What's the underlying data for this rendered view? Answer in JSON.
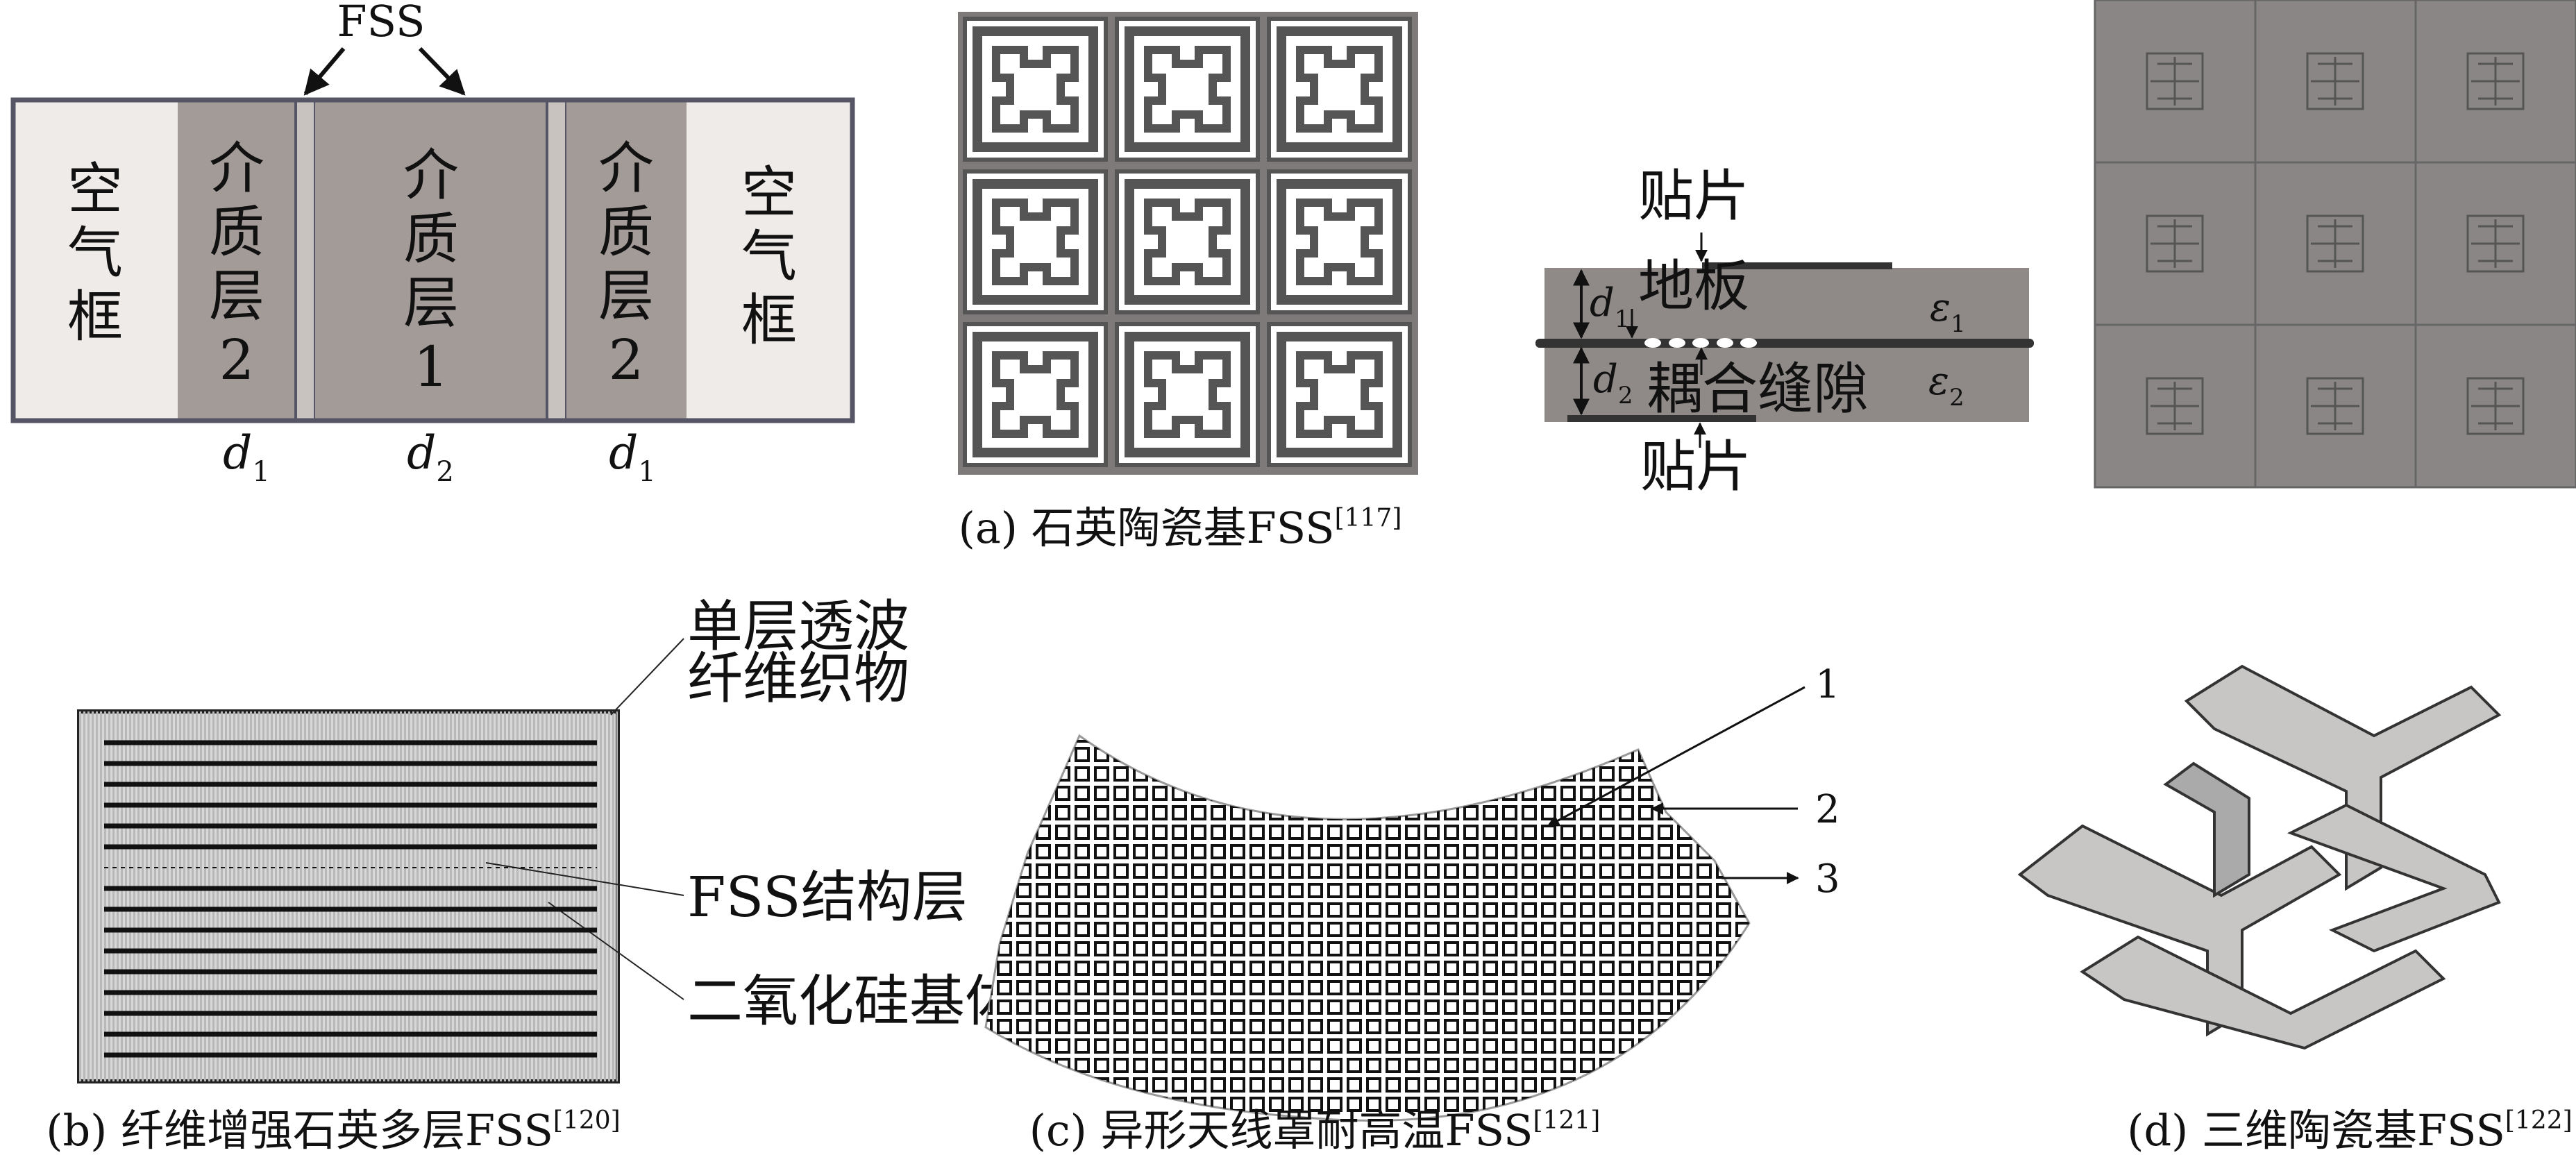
{
  "panel_a": {
    "left": {
      "fss_label": "FSS",
      "air_frame": [
        "空",
        "气",
        "框"
      ],
      "dielectric_2": [
        "介",
        "质",
        "层",
        "2"
      ],
      "dielectric_1": [
        "介",
        "质",
        "层",
        "1"
      ],
      "d1": "d",
      "d1_sub": "1",
      "d2": "d",
      "d2_sub": "2"
    },
    "slot": {
      "patch_top": "贴片",
      "patch_bottom": "贴片",
      "ground": "地板",
      "coupling_gap": "耦合缝隙",
      "d1": "d",
      "d1_sub": "1",
      "d2": "d",
      "d2_sub": "2",
      "eps1": "ε",
      "eps1_sub": "1",
      "eps2": "ε",
      "eps2_sub": "2"
    },
    "caption": "(a) 石英陶瓷基FSS",
    "ref": "[117]"
  },
  "panel_b": {
    "label_fabric_1": "单层透波",
    "label_fabric_2": "纤维织物",
    "label_fss": "FSS结构层",
    "label_substrate": "二氧化硅基体",
    "caption": "(b) 纤维增强石英多层FSS",
    "ref": "[120]"
  },
  "panel_c": {
    "label_1": "1",
    "label_2": "2",
    "label_3": "3",
    "caption": "(c) 异形天线罩耐高温FSS",
    "ref": "[121]"
  },
  "panel_d": {
    "caption": "(d) 三维陶瓷基FSS",
    "ref": "[122]"
  },
  "colors": {
    "dielectric": "#a39b98",
    "air": "#efebe8",
    "slot_grey": "#8f8a88",
    "tile": "#8a8685"
  }
}
